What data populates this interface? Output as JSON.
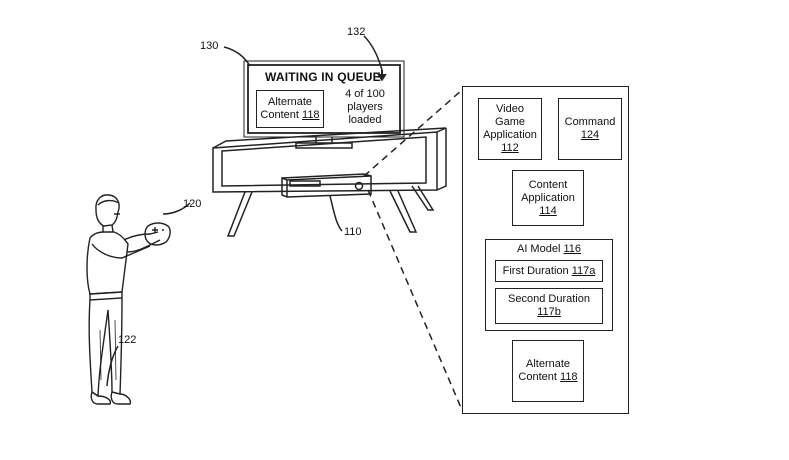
{
  "tv": {
    "title": "WAITING IN QUEUE",
    "alt_content_line1": "Alternate",
    "alt_content_line2": "Content",
    "alt_content_ref": "118",
    "queue_line1": "4 of 100",
    "queue_line2": "players",
    "queue_line3": "loaded"
  },
  "refs": {
    "tv": "130",
    "arrow": "132",
    "controller": "120",
    "console": "110",
    "user": "122"
  },
  "panel": {
    "video_game_line1": "Video",
    "video_game_line2": "Game",
    "video_game_line3": "Application",
    "video_game_ref": "112",
    "command_line1": "Command",
    "command_ref": "124",
    "content_app_line1": "Content",
    "content_app_line2": "Application",
    "content_app_ref": "114",
    "ai_model_label": "AI Model",
    "ai_model_ref": "116",
    "first_duration_label": "First Duration",
    "first_duration_ref": "117a",
    "second_duration_label": "Second Duration",
    "second_duration_ref": "117b",
    "alt_content_line1": "Alternate",
    "alt_content_line2": "Content",
    "alt_content_ref": "118"
  }
}
